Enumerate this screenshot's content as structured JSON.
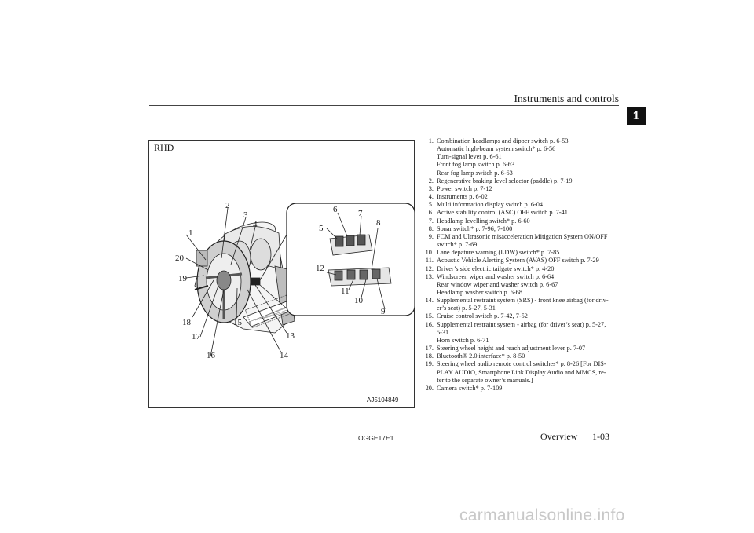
{
  "header": {
    "title": "Instruments and controls",
    "chapter_tab": "1"
  },
  "figure": {
    "label": "RHD",
    "code": "AJ5104849",
    "callouts": [
      "1",
      "2",
      "3",
      "4",
      "5",
      "6",
      "7",
      "8",
      "9",
      "10",
      "11",
      "12",
      "13",
      "14",
      "15",
      "16",
      "17",
      "18",
      "19",
      "20"
    ]
  },
  "items": [
    {
      "num": "1.",
      "lines": [
        "Combination headlamps and dipper switch p. 6-53",
        "Automatic high-beam system switch* p. 6-56",
        "Turn-signal lever p. 6-61",
        "Front fog lamp switch p. 6-63",
        "Rear fog lamp switch p. 6-63"
      ]
    },
    {
      "num": "2.",
      "lines": [
        "Regenerative braking level selector (paddle) p. 7-19"
      ]
    },
    {
      "num": "3.",
      "lines": [
        "Power switch p. 7-12"
      ]
    },
    {
      "num": "4.",
      "lines": [
        "Instruments p. 6-02"
      ]
    },
    {
      "num": "5.",
      "lines": [
        "Multi information display switch p. 6-04"
      ]
    },
    {
      "num": "6.",
      "lines": [
        "Active stability control (ASC) OFF switch p. 7-41"
      ]
    },
    {
      "num": "7.",
      "lines": [
        "Headlamp levelling switch* p. 6-60"
      ]
    },
    {
      "num": "8.",
      "lines": [
        "Sonar switch* p. 7-96, 7-100"
      ]
    },
    {
      "num": "9.",
      "lines": [
        "FCM and Ultrasonic misacceleration Mitigation System ON/OFF",
        "switch* p. 7-69"
      ]
    },
    {
      "num": "10.",
      "lines": [
        "Lane depature warning (LDW) switch* p. 7-85"
      ]
    },
    {
      "num": "11.",
      "lines": [
        "Acoustic Vehicle Alerting System (AVAS) OFF switch p. 7-29"
      ]
    },
    {
      "num": "12.",
      "lines": [
        "Driver’s side electric tailgate switch* p. 4-20"
      ]
    },
    {
      "num": "13.",
      "lines": [
        "Windscreen wiper and washer switch p. 6-64",
        "Rear window wiper and washer switch p. 6-67",
        "Headlamp washer switch p. 6-68"
      ]
    },
    {
      "num": "14.",
      "lines": [
        "Supplemental restraint system (SRS) - front knee airbag (for driv-",
        "er’s seat) p. 5-27, 5-31"
      ]
    },
    {
      "num": "15.",
      "lines": [
        "Cruise control switch p. 7-42, 7-52"
      ]
    },
    {
      "num": "16.",
      "lines": [
        "Supplemental restraint system - airbag (for driver’s seat) p. 5-27,",
        "5-31",
        "Horn switch p. 6-71"
      ]
    },
    {
      "num": "17.",
      "lines": [
        "Steering wheel height and reach adjustment lever p. 7-07"
      ]
    },
    {
      "num": "18.",
      "lines": [
        "Bluetooth® 2.0 interface* p. 8-50"
      ]
    },
    {
      "num": "19.",
      "lines": [
        "Steering wheel audio remote control switches* p. 8-26 [For DIS-",
        "PLAY AUDIO, Smartphone Link Display Audio and MMCS, re-",
        "fer to the separate owner’s manuals.]"
      ]
    },
    {
      "num": "20.",
      "lines": [
        "Camera switch* p. 7-109"
      ]
    }
  ],
  "footer": {
    "code": "OGGE17E1",
    "section": "Overview",
    "page": "1-03"
  },
  "watermark": "carmanualsonline.info"
}
